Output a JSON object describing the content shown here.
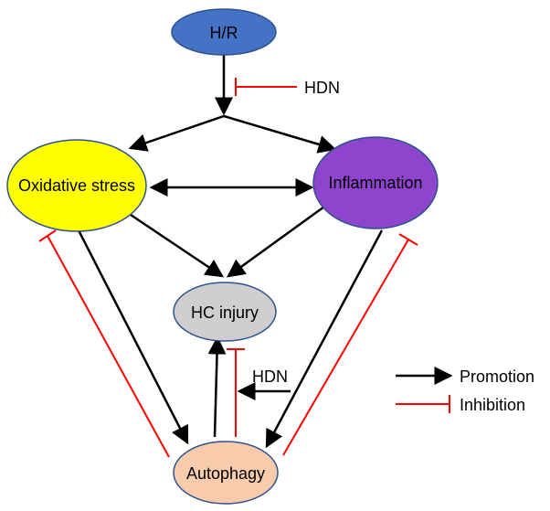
{
  "nodes": {
    "hr": {
      "label": "H/R",
      "fill": "#4472C4",
      "stroke": "#2F528F"
    },
    "oxidative": {
      "label": "Oxidative stress",
      "fill": "#FFFF00",
      "stroke": "#2F528F"
    },
    "inflammation": {
      "label": "Inflammation",
      "fill": "#8E44CC",
      "stroke": "#2F528F"
    },
    "hc_injury": {
      "label": "HC injury",
      "fill": "#D0CECE",
      "stroke": "#2F528F"
    },
    "autophagy": {
      "label": "Autophagy",
      "fill": "#F8CBAD",
      "stroke": "#2F528F"
    }
  },
  "inhibitors": {
    "top": {
      "label": "HDN"
    },
    "middle": {
      "label": "HDN"
    }
  },
  "legend": {
    "promotion": {
      "label": "Promotion",
      "color": "#000000"
    },
    "inhibition": {
      "label": "Inhibition",
      "color": "#FF0000"
    }
  }
}
